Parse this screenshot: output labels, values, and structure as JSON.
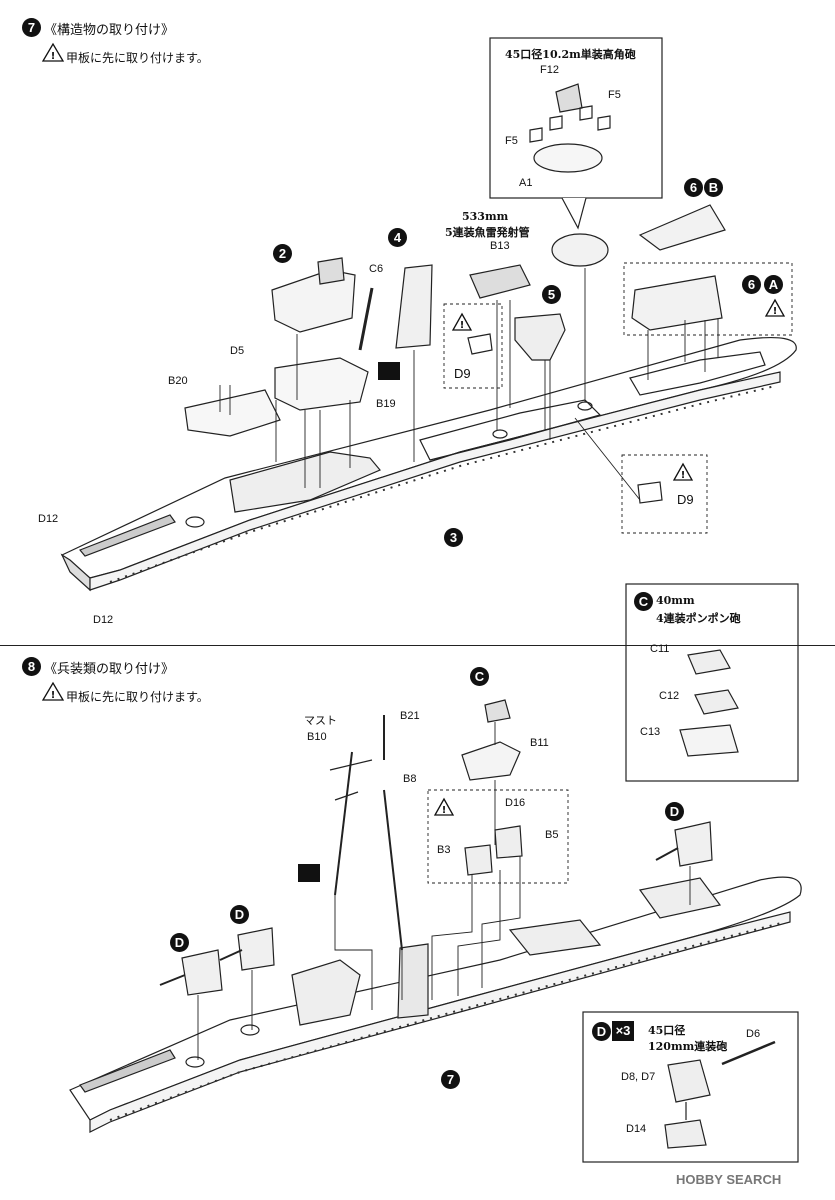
{
  "step7": {
    "number": "7",
    "title": "《構造物の取り付け》",
    "note": "甲板に先に取り付けます。",
    "gun_callout_title": "45口径10.2m単装高角砲",
    "torpedo_title_1": "533mm",
    "torpedo_title_2": "5連装魚雷発射管",
    "labels": {
      "f12": "F12",
      "f5a": "F5",
      "f5b": "F5",
      "a1": "A1",
      "b13": "B13",
      "c6": "C6",
      "d5": "D5",
      "b20": "B20",
      "b19": "B19",
      "d9a": "D9",
      "d9b": "D9",
      "d12a": "D12",
      "d12b": "D12"
    },
    "badges": {
      "b2": "2",
      "b4": "4",
      "b5": "5",
      "b3": "3",
      "b6a": "6",
      "b6b": "6",
      "bB": "B",
      "bA": "A"
    }
  },
  "step8": {
    "number": "8",
    "title": "《兵装類の取り付け》",
    "note": "甲板に先に取り付けます。",
    "pompom_title_1": "40mm",
    "pompom_title_2": "4連装ポンポン砲",
    "main_gun_title_1": "45口径",
    "main_gun_title_2": "120mm連装砲",
    "multiplier": "×3",
    "labels": {
      "mast": "マスト",
      "b21": "B21",
      "b10": "B10",
      "b8": "B8",
      "b11": "B11",
      "d16": "D16",
      "b3": "B3",
      "b5": "B5",
      "c11": "C11",
      "c12": "C12",
      "c13": "C13",
      "d6": "D6",
      "d8d7": "D8, D7",
      "d14": "D14"
    },
    "badges": {
      "c_top": "C",
      "c_box": "C",
      "d1": "D",
      "d2": "D",
      "d3": "D",
      "d_box": "D",
      "b7": "7"
    }
  },
  "footer": {
    "watermark": "HOBBY SEARCH"
  }
}
